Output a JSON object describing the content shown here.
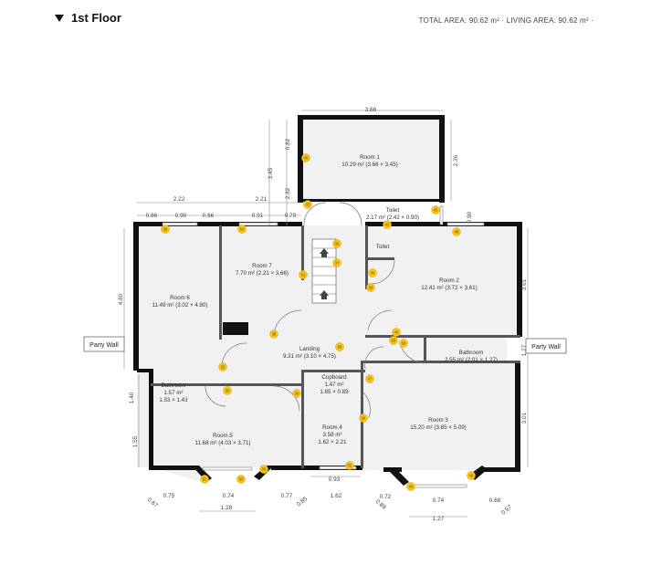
{
  "header": {
    "floor_label": "1st Floor",
    "area_summary": "TOTAL AREA: 90.62 m² · LIVING AREA: 90.62 m² ·"
  },
  "party_walls": {
    "left": "Party Wall",
    "right": "Party Wall"
  },
  "rooms": {
    "room1": {
      "name": "Room 1",
      "area": "10.29 m² (3.66 × 3.45)"
    },
    "toilet1": {
      "name": "Toilet",
      "area": "2.17 m² (2.42 × 0.90)"
    },
    "toilet2": {
      "name": "Toilet"
    },
    "room7": {
      "name": "Room 7",
      "area": "7.70 m² (2.21 × 3.66)"
    },
    "room6": {
      "name": "Room 6",
      "area": "11.49 m² (3.02 × 4.80)"
    },
    "room2": {
      "name": "Room 2",
      "area": "12.41 m² (3.72 × 3.61)"
    },
    "landing": {
      "name": "Landing",
      "area": "9.31 m² (3.10 × 4.75)"
    },
    "bath_r": {
      "name": "Bathroom",
      "area": "2.55 m² (2.01 × 1.27)"
    },
    "cupboard": {
      "name": "Cupboard",
      "area": "1.47 m²",
      "dims": "1.65 × 0.89"
    },
    "bath_l": {
      "name": "Bathroom",
      "area": "1.57 m²",
      "dims": "1.53 × 1.43"
    },
    "room4": {
      "name": "Room 4",
      "area": "3.58 m²",
      "dims": "1.62 × 2.21"
    },
    "room3": {
      "name": "Room 3",
      "area": "15.20 m² (3.85 × 5.09)"
    },
    "room5": {
      "name": "Room 5",
      "area": "11.68 m² (4.03 × 3.71)"
    }
  },
  "dimensions": {
    "d_366": "3.66",
    "d_082": "0.82",
    "d_345": "3.45",
    "d_232": "2.32",
    "d_236": "2.36",
    "d_222": "2.22",
    "d_221": "2.21",
    "d_066a": "0.66",
    "d_090a": "0.90",
    "d_066b": "0.66",
    "d_091": "0.91",
    "d_079": "0.79",
    "d_090b": "0.90",
    "d_480": "4.80",
    "d_361": "3.61",
    "d_127r": "1.27",
    "d_140": "1.40",
    "d_301": "3.01",
    "d_155": "1.55",
    "d_075": "0.75",
    "d_074a": "0.74",
    "d_077": "0.77",
    "d_162": "1.62",
    "d_093": "0.93",
    "d_067": "0.67",
    "d_128": "1.28",
    "d_089": "0.89",
    "d_085": "0.85",
    "d_072": "0.72",
    "d_074b": "0.74",
    "d_127b": "1.27",
    "d_068": "0.68",
    "d_057": "0.57"
  },
  "markers": [
    {
      "id": "m1",
      "label": "45"
    },
    {
      "id": "m2",
      "label": "43"
    },
    {
      "id": "m3",
      "label": "43"
    },
    {
      "id": "m4",
      "label": "42"
    },
    {
      "id": "m5",
      "label": "46"
    },
    {
      "id": "m6",
      "label": "39"
    },
    {
      "id": "m7",
      "label": "62"
    },
    {
      "id": "m8",
      "label": "35"
    },
    {
      "id": "m9",
      "label": "37"
    },
    {
      "id": "m10",
      "label": "61"
    },
    {
      "id": "m11",
      "label": "44"
    },
    {
      "id": "m12",
      "label": "66"
    },
    {
      "id": "m13",
      "label": "38"
    },
    {
      "id": "m14",
      "label": "40"
    },
    {
      "id": "m15",
      "label": "59"
    },
    {
      "id": "m16",
      "label": "89"
    },
    {
      "id": "m17",
      "label": "33"
    },
    {
      "id": "m18",
      "label": "50"
    },
    {
      "id": "m19",
      "label": "47"
    },
    {
      "id": "m20",
      "label": "35"
    },
    {
      "id": "m21",
      "label": "36"
    },
    {
      "id": "m22",
      "label": "54"
    },
    {
      "id": "m23",
      "label": "52"
    },
    {
      "id": "m24",
      "label": "53"
    },
    {
      "id": "m25",
      "label": "58"
    },
    {
      "id": "m26",
      "label": "55"
    },
    {
      "id": "m27",
      "label": "40"
    },
    {
      "id": "m28",
      "label": "49"
    }
  ],
  "colors": {
    "wall": "#111111",
    "room_fill": "#f1f1f3",
    "marker": "#f3c320"
  }
}
